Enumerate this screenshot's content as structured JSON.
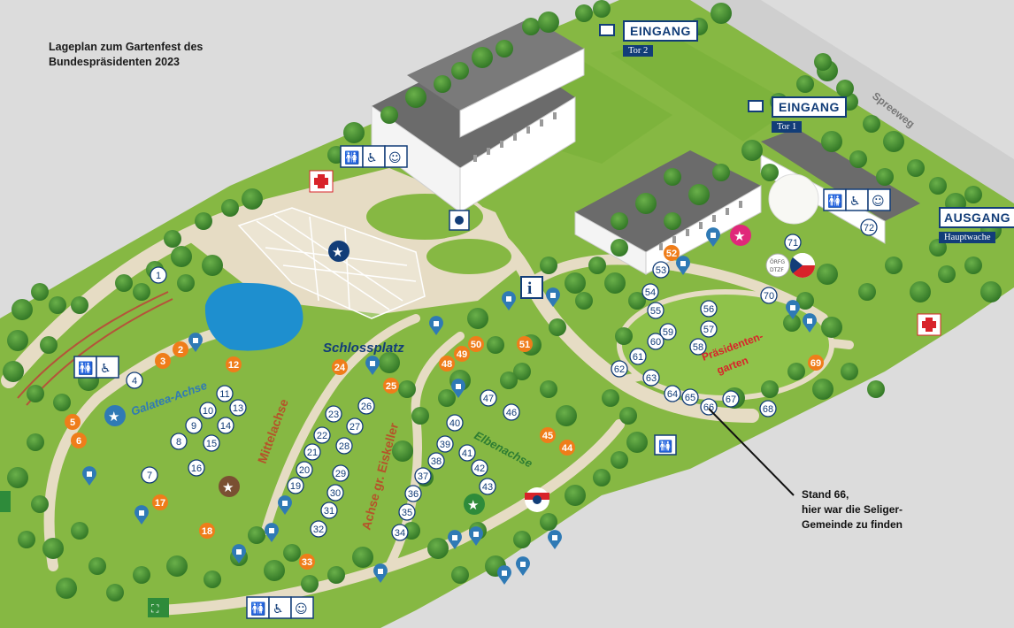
{
  "title_lines": [
    "Lageplan zum Gartenfest des",
    "Bundespräsidenten 2023"
  ],
  "signs": {
    "entrance2": {
      "main": "EINGANG",
      "sub": "Tor 2"
    },
    "entrance1": {
      "main": "EINGANG",
      "sub": "Tor 1"
    },
    "exit": {
      "main": "AUSGANG",
      "sub": "Hauptwache"
    }
  },
  "areas": {
    "schlossplatz": "Schlossplatz",
    "galatea": "Galatea-Achse",
    "mittelachse": "Mittelachse",
    "eiskeller": "Achse gr. Eiskeller",
    "elbenachse": "Elbenachse",
    "praesidentengarten": [
      "Präsidenten-",
      "garten"
    ],
    "spreeweg": "Spreeweg"
  },
  "annotation": [
    "Stand 66,",
    "hier war die Seliger-",
    "Gemeinde zu finden"
  ],
  "badge_texts": {
    "oerf": "ÖRFG",
    "dtzf": "DTZF",
    "info": "i"
  },
  "stands_white": [
    "1",
    "4",
    "7",
    "8",
    "9",
    "10",
    "11",
    "13",
    "14",
    "15",
    "16",
    "19",
    "20",
    "21",
    "22",
    "23",
    "26",
    "27",
    "28",
    "29",
    "30",
    "31",
    "32",
    "34",
    "35",
    "36",
    "37",
    "38",
    "39",
    "40",
    "41",
    "42",
    "43",
    "46",
    "47",
    "53",
    "54",
    "55",
    "56",
    "57",
    "58",
    "59",
    "60",
    "61",
    "62",
    "63",
    "64",
    "65",
    "66",
    "67",
    "68",
    "70",
    "71",
    "72"
  ],
  "stands_orange": [
    "2",
    "3",
    "5",
    "6",
    "12",
    "17",
    "18",
    "24",
    "25",
    "33",
    "44",
    "45",
    "48",
    "49",
    "50",
    "51",
    "52",
    "69"
  ],
  "colors": {
    "grass": "#86b843",
    "grass_dark": "#6fa534",
    "path": "#e6dcc4",
    "tree": "#3f8a2c",
    "water": "#1e8fcf",
    "navy": "#123d78",
    "orange": "#ef7d1a",
    "red": "#d8232a",
    "text_label": "#123d78",
    "axis_label": "#b5532a",
    "elben": "#2e7d32"
  }
}
